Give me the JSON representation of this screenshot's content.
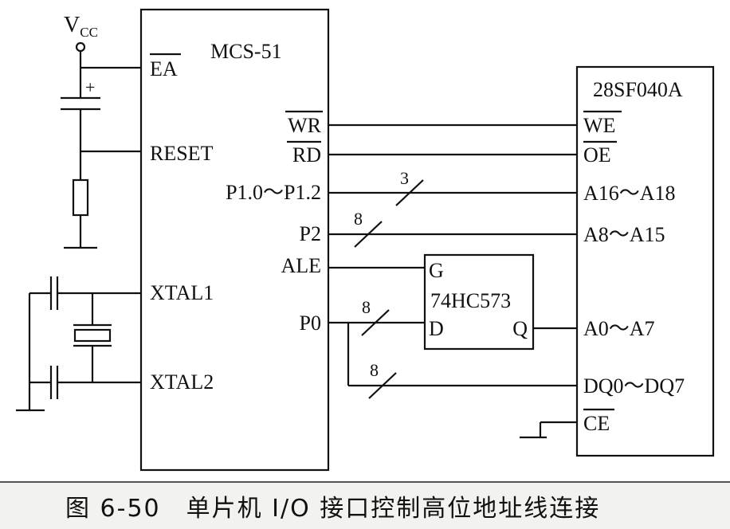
{
  "supply": {
    "name": "V",
    "subscript": "CC"
  },
  "mcu": {
    "title": "MCS-51",
    "pins": {
      "ea": "EA",
      "reset": "RESET",
      "xtal1": "XTAL1",
      "xtal2": "XTAL2",
      "wr": "WR",
      "rd": "RD",
      "p1": "P1.0～P1.2",
      "p2": "P2",
      "ale": "ALE",
      "p0": "P0"
    }
  },
  "capacitor_polarity": "+",
  "latch": {
    "title": "74HC573",
    "pins": {
      "g": "G",
      "d": "D",
      "q": "Q"
    }
  },
  "flash": {
    "title": "28SF040A",
    "pins": {
      "we": "WE",
      "oe": "OE",
      "a16": "A16～A18",
      "a8": "A8～A15",
      "a0": "A0～A7",
      "dq": "DQ0～DQ7",
      "ce": "CE"
    }
  },
  "bus_widths": {
    "p1": "3",
    "p2": "8",
    "p0_latch": "8",
    "p0_dq": "8"
  },
  "caption": "图 6-50　单片机 I/O 接口控制高位地址线连接"
}
